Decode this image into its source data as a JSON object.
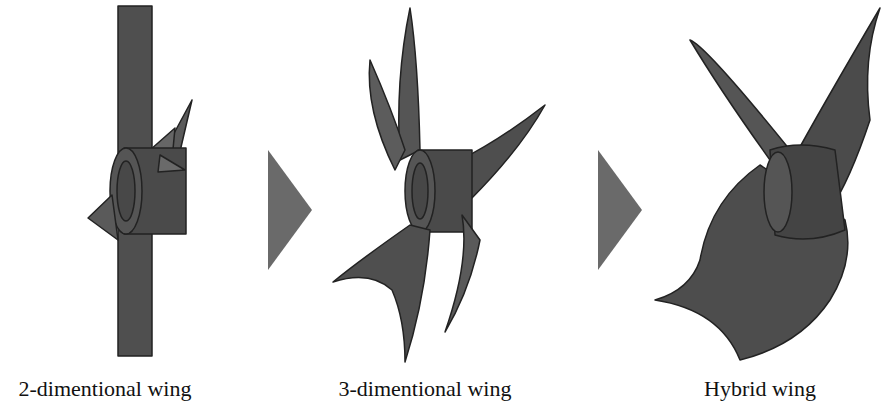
{
  "diagram": {
    "labels": [
      "2-dimentional wing",
      "3-dimentional wing",
      "Hybrid wing"
    ]
  }
}
